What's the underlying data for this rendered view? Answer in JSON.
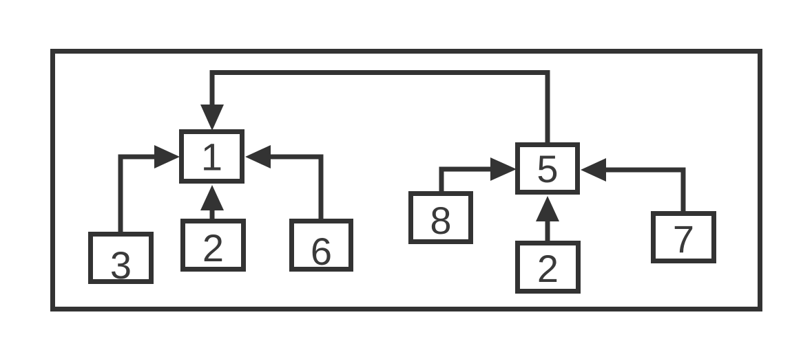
{
  "diagram": {
    "type": "block-diagram",
    "background_color": "#ffffff",
    "ink_color": "#333333",
    "label_color": "#3a3a3a",
    "nodes": [
      {
        "id": "left-hub",
        "label": "1"
      },
      {
        "id": "left-child-a",
        "label": "3"
      },
      {
        "id": "left-child-b",
        "label": "2"
      },
      {
        "id": "left-child-c",
        "label": "6"
      },
      {
        "id": "right-hub",
        "label": "5"
      },
      {
        "id": "right-child-a",
        "label": "8"
      },
      {
        "id": "right-child-b",
        "label": "2"
      },
      {
        "id": "right-child-c",
        "label": "7"
      }
    ],
    "edges": [
      {
        "from": "5",
        "to": "1",
        "route": "up-over-top",
        "arrow_enters": "top of 1"
      },
      {
        "from": "3",
        "to": "1",
        "route": "up-then-right",
        "arrow_enters": "left of 1"
      },
      {
        "from": "2 (left)",
        "to": "1",
        "route": "straight-up",
        "arrow_enters": "bottom of 1"
      },
      {
        "from": "6",
        "to": "1",
        "route": "up-then-left",
        "arrow_enters": "right of 1"
      },
      {
        "from": "8",
        "to": "5",
        "route": "up-then-right",
        "arrow_enters": "left of 5"
      },
      {
        "from": "2 (right)",
        "to": "5",
        "route": "straight-up",
        "arrow_enters": "bottom of 5"
      },
      {
        "from": "7",
        "to": "5",
        "route": "up-then-left",
        "arrow_enters": "right of 5"
      }
    ]
  }
}
